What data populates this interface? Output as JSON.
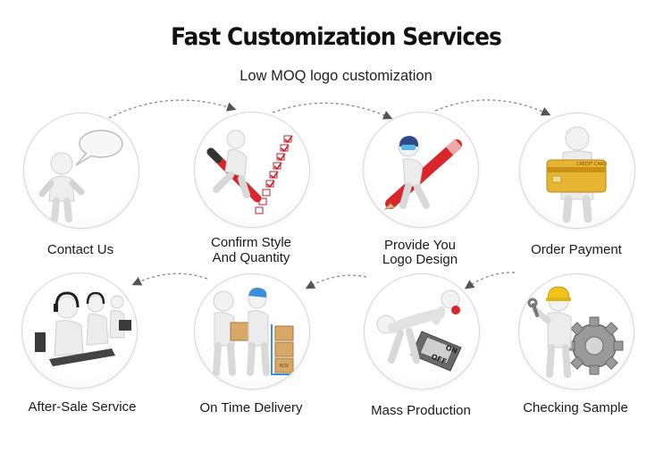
{
  "header": {
    "title": "Fast Customization Services",
    "subtitle": "Low MOQ logo customization"
  },
  "steps": [
    {
      "label_1": "Contact Us",
      "label_2": "",
      "icon": "speech-bubble-figure-icon"
    },
    {
      "label_1": "Confirm Style",
      "label_2": "And Quantity",
      "icon": "checklist-pen-figure-icon"
    },
    {
      "label_1": "Provide You",
      "label_2": "Logo Design",
      "icon": "pencil-designer-figure-icon"
    },
    {
      "label_1": "Order Payment",
      "label_2": "",
      "icon": "credit-card-figure-icon"
    },
    {
      "label_1": "After-Sale Service",
      "label_2": "",
      "icon": "call-center-figures-icon"
    },
    {
      "label_1": "On Time Delivery",
      "label_2": "",
      "icon": "delivery-boxes-figures-icon"
    },
    {
      "label_1": "Mass Production",
      "label_2": "",
      "icon": "on-off-switch-figure-icon"
    },
    {
      "label_1": "Checking Sample",
      "label_2": "",
      "icon": "gear-wrench-figure-icon"
    }
  ],
  "graphics": {
    "card_text": "CREDIT CARD",
    "switch_on": "ON",
    "switch_off": "OFF",
    "box_text": "BOX"
  },
  "colors": {
    "pen_red": "#d8262b",
    "card_gold": "#e8b433",
    "helmet_yellow": "#f2c318",
    "delivery_blue": "#3a8fd6",
    "figure_white": "#f4f4f4"
  }
}
